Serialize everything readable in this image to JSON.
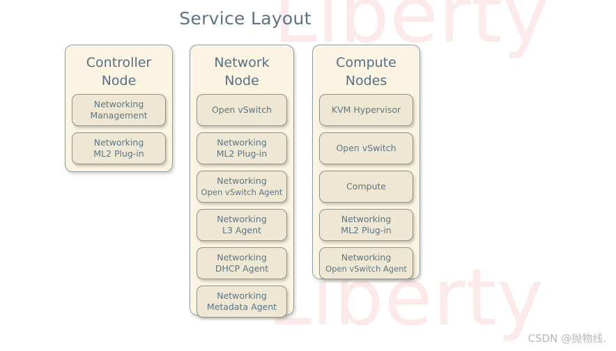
{
  "page": {
    "title": "Service Layout",
    "background_color": "#ffffff",
    "title_color": "#5d7384"
  },
  "watermarks": {
    "top_text": "Liberty",
    "bottom_text": "Liberty",
    "color": "#fce9e9"
  },
  "footer": {
    "credit": "CSDN @抛物线."
  },
  "colors": {
    "node_fill": "#fbf4e3",
    "node_border": "#8c9aa3",
    "service_fill": "#eee7d4",
    "service_border": "#8d9288",
    "text": "#5d7584"
  },
  "diagram": {
    "type": "block-diagram",
    "columns": [
      {
        "id": "controller-node",
        "heading": "Controller\nNode",
        "services": [
          {
            "line1": "Networking",
            "line2": "Management",
            "small2": false
          },
          {
            "line1": "Networking",
            "line2": "ML2 Plug-in",
            "small2": false
          }
        ]
      },
      {
        "id": "network-node",
        "heading": "Network\nNode",
        "services": [
          {
            "line1": "Open vSwitch",
            "line2": "",
            "small2": false
          },
          {
            "line1": "Networking",
            "line2": "ML2 Plug-in",
            "small2": false
          },
          {
            "line1": "Networking",
            "line2": "Open vSwitch Agent",
            "small2": true
          },
          {
            "line1": "Networking",
            "line2": "L3 Agent",
            "small2": false
          },
          {
            "line1": "Networking",
            "line2": "DHCP Agent",
            "small2": false
          },
          {
            "line1": "Networking",
            "line2": "Metadata Agent",
            "small2": false
          }
        ]
      },
      {
        "id": "compute-nodes",
        "heading": "Compute\nNodes",
        "services": [
          {
            "line1": "KVM Hypervisor",
            "line2": "",
            "small2": false
          },
          {
            "line1": "Open vSwitch",
            "line2": "",
            "small2": false
          },
          {
            "line1": "Compute",
            "line2": "",
            "small2": false
          },
          {
            "line1": "Networking",
            "line2": "ML2 Plug-in",
            "small2": false
          },
          {
            "line1": "Networking",
            "line2": "Open vSwitch Agent",
            "small2": true
          }
        ]
      }
    ]
  }
}
